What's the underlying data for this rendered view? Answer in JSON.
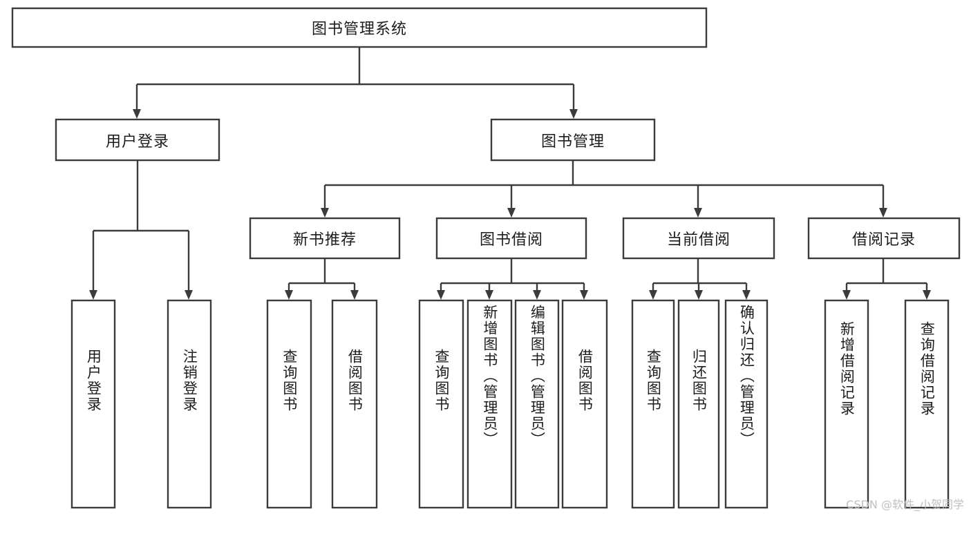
{
  "diagram": {
    "type": "tree-hierarchy-flowchart",
    "root": {
      "id": "root",
      "label": "图书管理系统"
    },
    "level2": [
      {
        "id": "user-login",
        "label": "用户登录"
      },
      {
        "id": "book-management",
        "label": "图书管理"
      }
    ],
    "level3": [
      {
        "id": "new-book-recommend",
        "label": "新书推荐",
        "parent": "book-management"
      },
      {
        "id": "book-borrow",
        "label": "图书借阅",
        "parent": "book-management"
      },
      {
        "id": "current-borrow",
        "label": "当前借阅",
        "parent": "book-management"
      },
      {
        "id": "borrow-record",
        "label": "借阅记录",
        "parent": "book-management"
      }
    ],
    "leaves": {
      "user_login": [
        {
          "id": "leaf-user-login",
          "label": "用户登录"
        },
        {
          "id": "leaf-logout-login",
          "label": "注销登录"
        }
      ],
      "new_book_recommend": [
        {
          "id": "leaf-query-book-1",
          "label": "查询图书"
        },
        {
          "id": "leaf-borrow-book-1",
          "label": "借阅图书"
        }
      ],
      "book_borrow": [
        {
          "id": "leaf-query-book-2",
          "label": "查询图书"
        },
        {
          "id": "leaf-add-book",
          "label": "新增图书（管理员）"
        },
        {
          "id": "leaf-edit-book",
          "label": "编辑图书（管理员）"
        },
        {
          "id": "leaf-borrow-book-2",
          "label": "借阅图书"
        }
      ],
      "current_borrow": [
        {
          "id": "leaf-query-book-3",
          "label": "查询图书"
        },
        {
          "id": "leaf-return-book",
          "label": "归还图书"
        },
        {
          "id": "leaf-confirm-return",
          "label": "确认归还（管理员）"
        }
      ],
      "borrow_record": [
        {
          "id": "leaf-add-record",
          "label": "新增借阅记录"
        },
        {
          "id": "leaf-query-record",
          "label": "查询借阅记录"
        }
      ]
    }
  },
  "watermark": {
    "text": "CSDN @软件_小贺同学"
  },
  "colors": {
    "background": "#ffffff",
    "box_stroke": "#3b3b3b",
    "box_fill": "#ffffff",
    "text": "#1c1c1c",
    "watermark": "#bfbfbf"
  }
}
